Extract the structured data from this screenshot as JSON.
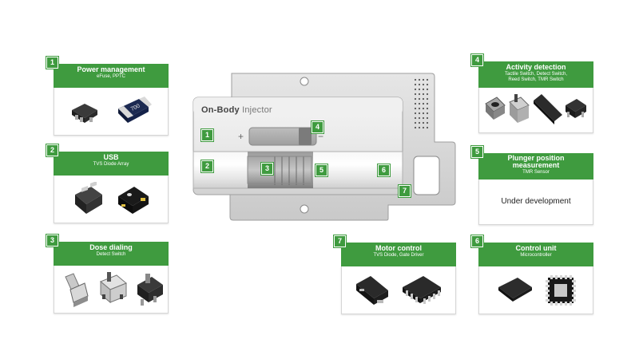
{
  "device": {
    "title_bold": "On-Body",
    "title_rest": " Injector",
    "plus": "+",
    "minus": "−",
    "markers": [
      "1",
      "4",
      "2",
      "3",
      "5",
      "6",
      "7"
    ]
  },
  "cards": [
    {
      "number": "1",
      "title": "Power management",
      "subtitle": "eFuse, PPTC"
    },
    {
      "number": "2",
      "title": "USB",
      "subtitle": "TVS Diode Array"
    },
    {
      "number": "3",
      "title": "Dose dialing",
      "subtitle": "Detect Switch"
    },
    {
      "number": "4",
      "title": "Activity detection",
      "subtitle": "Tactile Switch, Detect Switch,",
      "subtitle2": "Reed Switch, TMR Switch"
    },
    {
      "number": "5",
      "title": "Plunger position",
      "title2": "measurement",
      "subtitle": "TMR Sensor",
      "body_text": "Under development"
    },
    {
      "number": "6",
      "title": "Control unit",
      "subtitle": "Microcontroller"
    },
    {
      "number": "7",
      "title": "Motor control",
      "subtitle": "TVS Diode, Gate Driver"
    }
  ],
  "colors": {
    "accent_green": "#3f9b3f"
  },
  "components": {
    "card1": [
      "efuse-chip",
      "pptc-resistor"
    ],
    "card2": [
      "tvs-diode-array-a",
      "tvs-diode-array-b"
    ],
    "card3": [
      "detect-switch-a",
      "detect-switch-b",
      "detect-switch-c"
    ],
    "card4": [
      "tactile-switch",
      "detect-switch",
      "reed-switch",
      "tmr-switch"
    ],
    "card6": [
      "qfn-microcontroller-large",
      "qfn-microcontroller-small"
    ],
    "card7": [
      "tvs-diode-package",
      "gate-driver-soic"
    ]
  }
}
